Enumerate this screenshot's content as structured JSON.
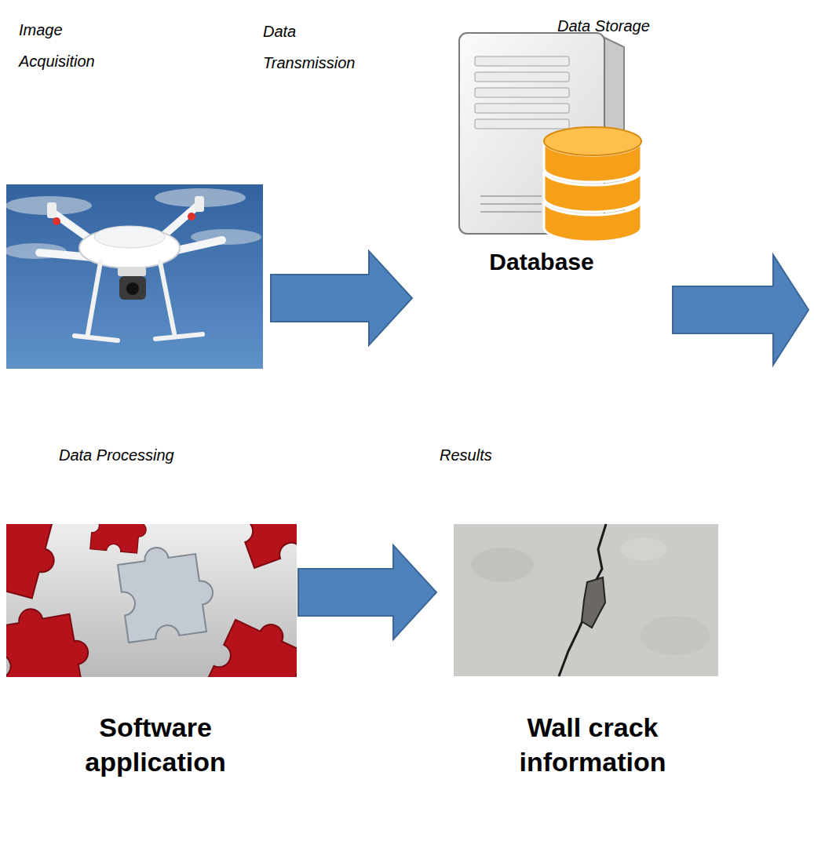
{
  "diagram": {
    "nodes": [
      {
        "text": [
          "Image Acquisition"
        ]
      },
      {
        "text": [
          "Data Storage",
          "Database"
        ]
      },
      {
        "text": [
          "Data Processing",
          "Software application"
        ]
      },
      {
        "text": [
          "Results",
          "Wall crack information"
        ]
      }
    ],
    "edges": [
      {
        "from": 0,
        "to": 1,
        "arrow": "to"
      },
      {
        "from": 2,
        "to": 3,
        "arrow": "to"
      }
    ],
    "labels": [
      "Data Transmission"
    ]
  }
}
